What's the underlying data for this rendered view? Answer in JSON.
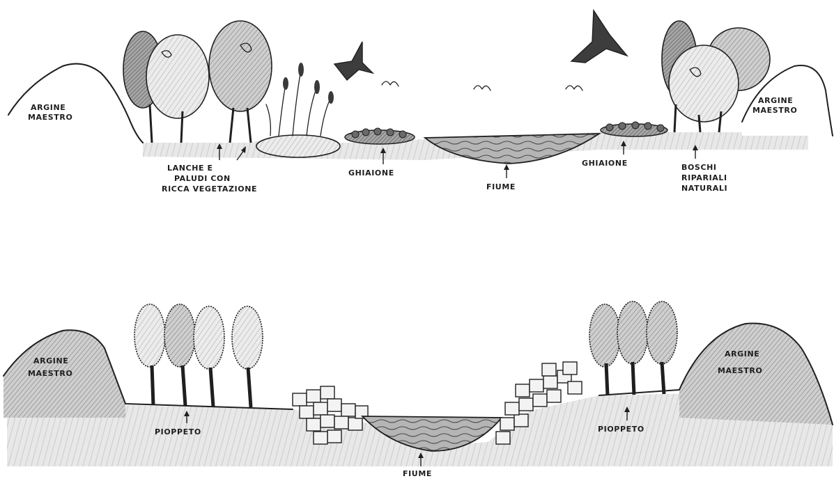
{
  "natural_section": {
    "left_levee_line1": "ARGINE",
    "left_levee_line2": "MAESTRO",
    "right_levee_line1": "ARGINE",
    "right_levee_line2": "MAESTRO",
    "wetlands_line1": "LANCHE E",
    "wetlands_line2": "PALUDI CON",
    "wetlands_line3": "RICCA VEGETAZIONE",
    "gravel_left": "GHIAIONE",
    "gravel_right": "GHIAIONE",
    "river": "FIUME",
    "forest_line1": "BOSCHI",
    "forest_line2": "RIPARIALI",
    "forest_line3": "NATURALI"
  },
  "altered_section": {
    "left_levee_line1": "ARGINE",
    "left_levee_line2": "MAESTRO",
    "right_levee_line1": "ARGINE",
    "right_levee_line2": "MAESTRO",
    "poplar_left": "PIOPPETO",
    "poplar_right": "PIOPPETO",
    "river": "FIUME"
  },
  "colors": {
    "ink": "#1f1f1f",
    "shade_light": "#d9d9d9",
    "shade_mid": "#a9a9a9",
    "shade_dark": "#7a7a7a",
    "water": "#8f8f8f"
  }
}
